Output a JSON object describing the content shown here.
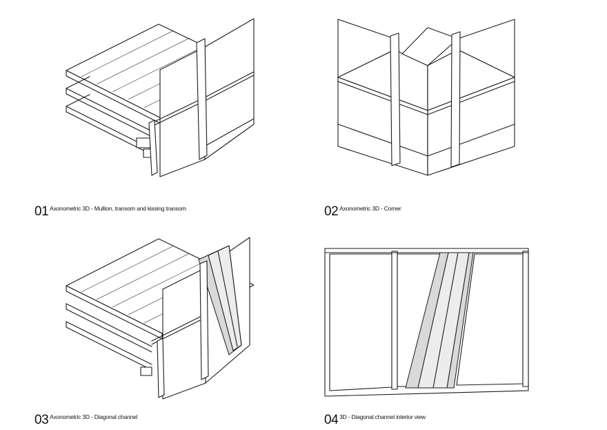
{
  "captions": [
    {
      "num": "01",
      "text": "Axonometric 3D -  Mullion, transom and kissing transom"
    },
    {
      "num": "02",
      "text": "Axonometric 3D  - Corner"
    },
    {
      "num": "03",
      "text": "Axonometric 3D - Diagonal channel"
    },
    {
      "num": "04",
      "text": "3D - Diagonal channel interior view"
    }
  ]
}
